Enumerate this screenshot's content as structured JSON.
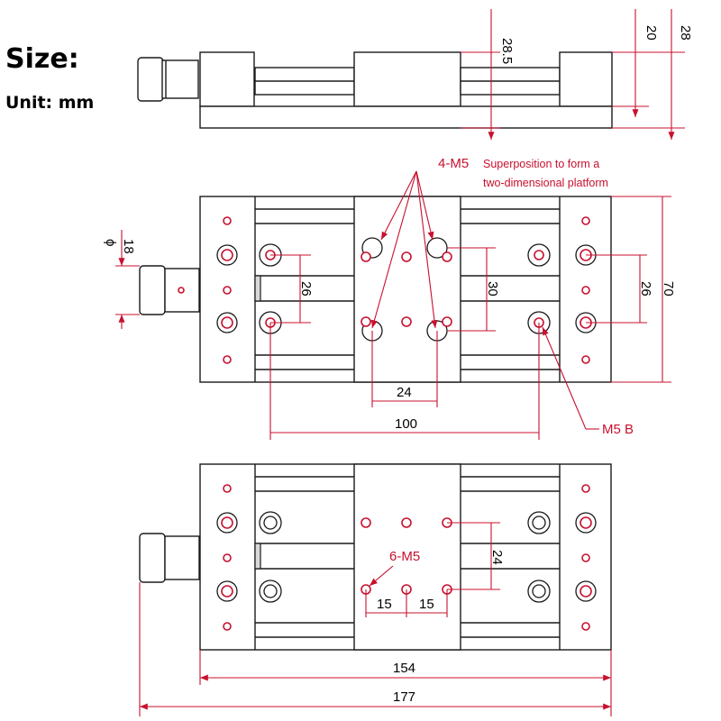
{
  "title": "Size:",
  "unit": "Unit: mm",
  "colors": {
    "dimension": "#c8102e",
    "outline": "#1a1a1a"
  },
  "side_view": {
    "dims": {
      "total_height": "28.5",
      "platform_height": "20",
      "right_height": "28"
    }
  },
  "top_view": {
    "callout_main": "4-M5",
    "callout_desc_line1": "Superposition to form a",
    "callout_desc_line2": "two-dimensional platform",
    "knob_diameter_symbol": "ϕ",
    "knob_diameter": "18",
    "dim_left_vertical": "26",
    "dim_center_vertical": "30",
    "dim_right_vertical": "26",
    "dim_total_width": "70",
    "dim_hole_spacing": "24",
    "dim_mount_spacing": "100",
    "mount_callout": "M5 B"
  },
  "bottom_view": {
    "callout": "6-M5",
    "dim_vertical": "24",
    "dim_spacing_left": "15",
    "dim_spacing_right": "15",
    "dim_body_length": "154",
    "dim_total_length": "177"
  }
}
